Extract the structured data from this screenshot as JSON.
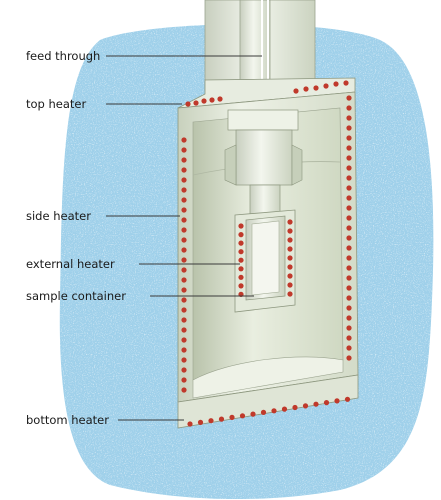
{
  "labels": {
    "feed_through": "feed through",
    "top_heater": "top heater",
    "side_heater": "side heater",
    "external_heater": "external heater",
    "sample_container": "sample container",
    "bottom_heater": "bottom heater"
  },
  "colors": {
    "insulation": "#9fd0ea",
    "insulation_speck": "#e6f5fc",
    "wall": "#dfe5d6",
    "wall_dark": "#c9d2bf",
    "heater_coil": "#c0392b",
    "leader": "#3a3a3a"
  }
}
